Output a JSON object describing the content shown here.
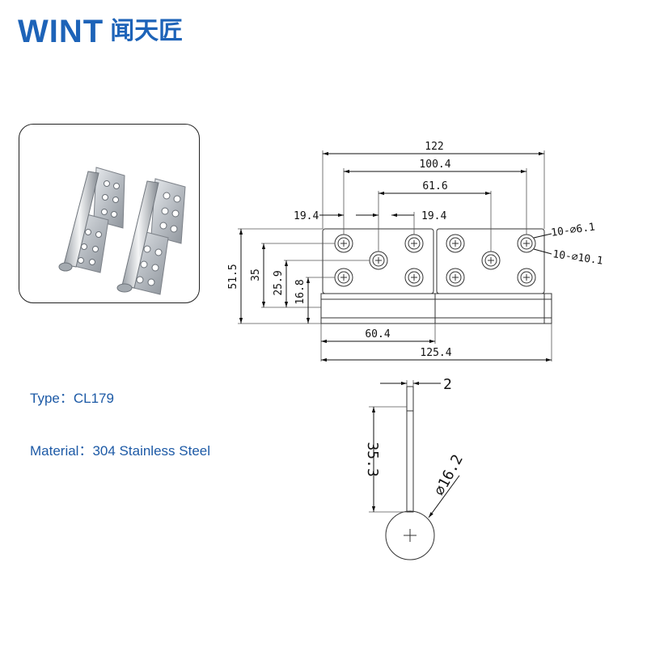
{
  "brand": {
    "logo_latin": "WINT",
    "logo_chinese": "闻天匠",
    "color": "#1d63b8"
  },
  "specs": {
    "type_label": "Type：",
    "type_value": "CL179",
    "material_label": "Material：",
    "material_value": "304 Stainless Steel",
    "text_color": "#1d5aa6"
  },
  "drawing": {
    "front_view": {
      "dim_overall_top": "122",
      "dim_outer_holes": "100.4",
      "dim_center_holes": "61.6",
      "dim_left_offset": "19.4",
      "dim_right_offset": "19.4",
      "dim_height_total": "51.5",
      "dim_height_holes": "35",
      "dim_height_center": "25.9",
      "dim_height_lower": "16.8",
      "dim_half_width": "60.4",
      "dim_overall_bottom": "125.4",
      "callout_small_holes": "10-⌀6.1",
      "callout_large_holes": "10-⌀10.1"
    },
    "side_view": {
      "dim_thickness": "2",
      "dim_leaf_length": "35.3",
      "dim_knuckle_dia": "⌀16.2"
    }
  },
  "icons": {
    "product_photo": "stainless-steel-lift-off-hinge-pair"
  }
}
